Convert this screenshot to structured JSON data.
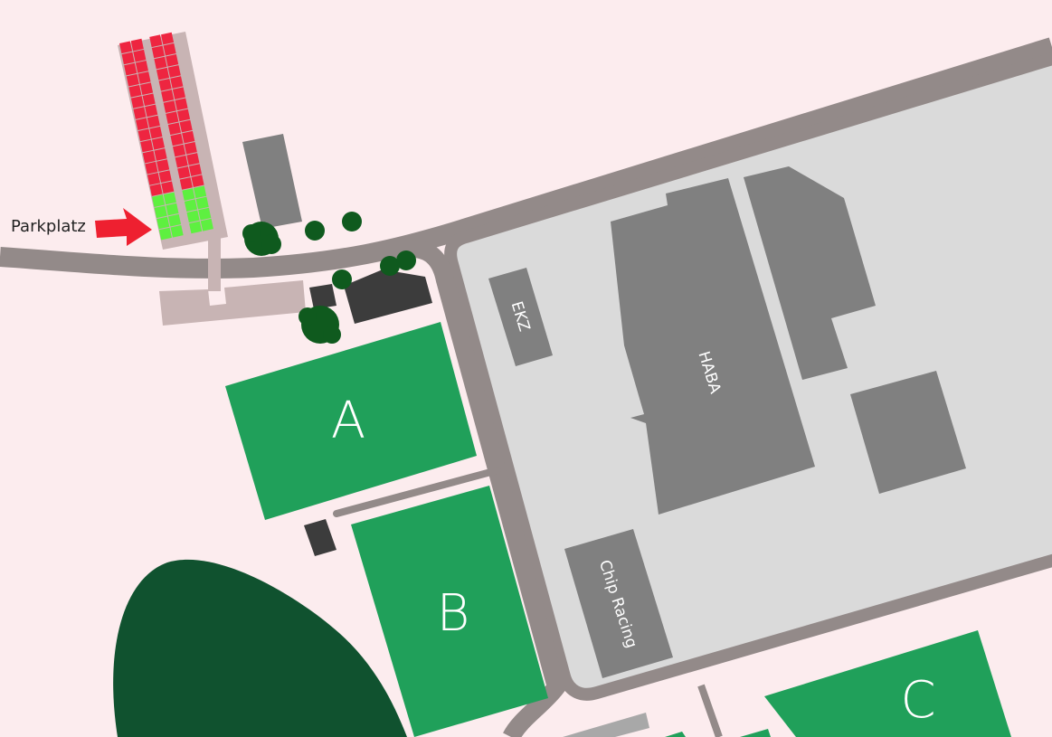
{
  "colors": {
    "background": "#fcecee",
    "road": "#938a89",
    "compound": "#dadada",
    "building": "#808080",
    "field": "#20a05a",
    "forest": "#10522f",
    "tree": "#0f5a1e",
    "parking_occupied": "#ee2540",
    "parking_free": "#5ef040",
    "parking_lot": "#c8b4b4",
    "arrow": "#ee2030",
    "small_building": "#3c3c3c"
  },
  "parking": {
    "label": "Parkplatz",
    "total_spots_visible": 72,
    "occupied_spots": 55,
    "free_spots": 17
  },
  "fields": [
    {
      "label": "A"
    },
    {
      "label": "B"
    },
    {
      "label": "C"
    }
  ],
  "buildings": [
    {
      "label": "EKZ"
    },
    {
      "label": "HABA"
    },
    {
      "label": "Chip Racing"
    }
  ],
  "icons": {
    "arrow": "red-arrow-icon",
    "tree": "tree-icon"
  }
}
